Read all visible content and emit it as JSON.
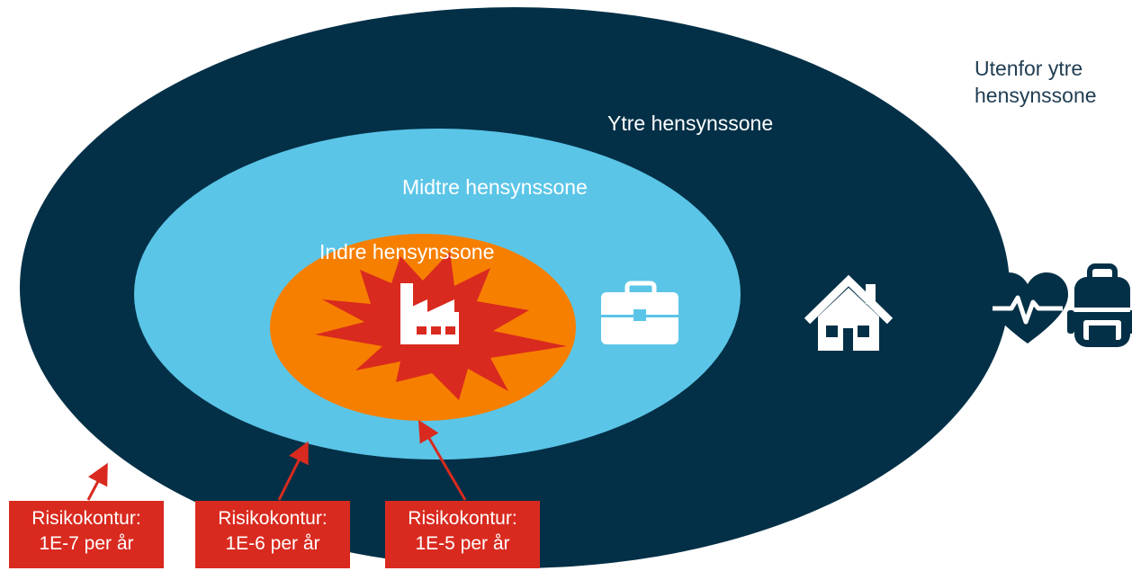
{
  "zones": {
    "outer": {
      "label": "Ytre hensynssone",
      "color": "#033047"
    },
    "middle": {
      "label": "Midtre hensynssone",
      "color": "#5bc5e7"
    },
    "inner": {
      "label": "Indre hensynssone",
      "color": "#f77f00"
    },
    "outside": {
      "label": "Utenfor ytre hensynssone"
    }
  },
  "hazard": {
    "color": "#d92a1f",
    "icon": "factory-icon"
  },
  "icons": {
    "middle_zone": "briefcase-icon",
    "outer_zone": "house-icon",
    "outside_zone": [
      "heart-pulse-icon",
      "backpack-icon"
    ]
  },
  "risk_contours": [
    {
      "line1": "Risikokontur:",
      "line2": "1E-7 per år"
    },
    {
      "line1": "Risikokontur:",
      "line2": "1E-6 per år"
    },
    {
      "line1": "Risikokontur:",
      "line2": "1E-5 per år"
    }
  ],
  "colors": {
    "contour_box": "#d92a1f",
    "arrow": "#d92a1f",
    "text_dark": "#1f3d52"
  }
}
